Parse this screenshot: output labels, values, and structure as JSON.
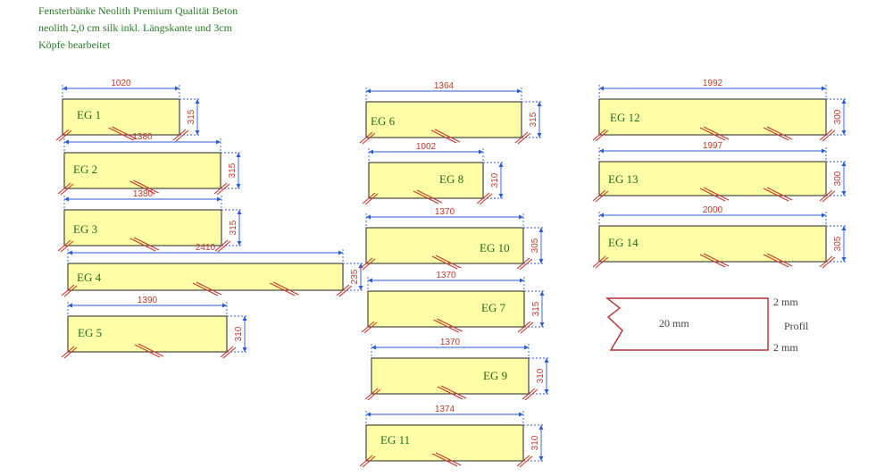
{
  "title_lines": [
    "Fensterbänke Neolith Premium Qualität Beton",
    "neolith 2,0 cm silk inkl. Längskante und 3cm",
    "Köpfe bearbeitet"
  ],
  "slabs": [
    {
      "label": "EG 1",
      "length": "1020",
      "depth": "315"
    },
    {
      "label": "EG 2",
      "length": "1380",
      "depth": "315"
    },
    {
      "label": "EG 3",
      "length": "1380",
      "depth": "315"
    },
    {
      "label": "EG 4",
      "length": "2410",
      "depth": "235"
    },
    {
      "label": "EG 5",
      "length": "1390",
      "depth": "310"
    },
    {
      "label": "EG 6",
      "length": "1364",
      "depth": "315"
    },
    {
      "label": "EG 8",
      "length": "1002",
      "depth": "310"
    },
    {
      "label": "EG 10",
      "length": "1370",
      "depth": "305"
    },
    {
      "label": "EG 7",
      "length": "1370",
      "depth": "315"
    },
    {
      "label": "EG 9",
      "length": "1370",
      "depth": "310"
    },
    {
      "label": "EG 11",
      "length": "1374",
      "depth": "310"
    },
    {
      "label": "EG 12",
      "length": "1992",
      "depth": "300"
    },
    {
      "label": "EG 13",
      "length": "1997",
      "depth": "300"
    },
    {
      "label": "EG 14",
      "length": "2000",
      "depth": "305"
    }
  ],
  "profile": {
    "thickness": "20 mm",
    "edge_top": "2 mm",
    "edge_bottom": "2 mm",
    "label": "Profil"
  },
  "colors": {
    "slab_fill": "#ffffa8",
    "label_green": "#1f6b1f",
    "dimension_blue": "#2a5bd0",
    "dimension_text_red": "#c0392b",
    "profile_red": "#b03030"
  }
}
